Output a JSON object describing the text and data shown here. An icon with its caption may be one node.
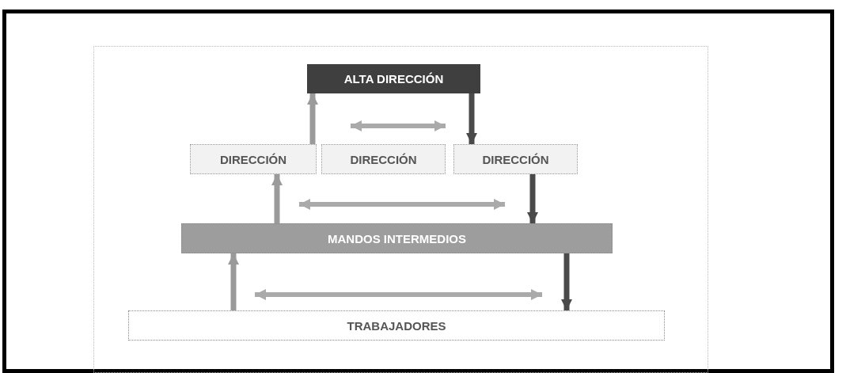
{
  "diagram": {
    "nodes": [
      {
        "text": [
          "ALTA DIRECCIÓN"
        ]
      },
      {
        "text": [
          "DIRECCIÓN"
        ]
      },
      {
        "text": [
          "DIRECCIÓN"
        ]
      },
      {
        "text": [
          "DIRECCIÓN"
        ]
      },
      {
        "text": [
          "MANDOS INTERMEDIOS"
        ]
      },
      {
        "text": [
          "TRABAJADORES"
        ]
      }
    ],
    "edges": [
      {
        "from": 1,
        "to": 0,
        "arrow": "to"
      },
      {
        "from": 0,
        "to": 3,
        "arrow": "to",
        "color": "#4a4a4a"
      },
      {
        "from": 4,
        "to": 1,
        "arrow": "to"
      },
      {
        "from": 3,
        "to": 4,
        "arrow": "to",
        "color": "#4a4a4a"
      },
      {
        "from": 5,
        "to": 4,
        "arrow": "to"
      },
      {
        "from": 4,
        "to": 5,
        "arrow": "to",
        "color": "#4a4a4a"
      }
    ]
  }
}
